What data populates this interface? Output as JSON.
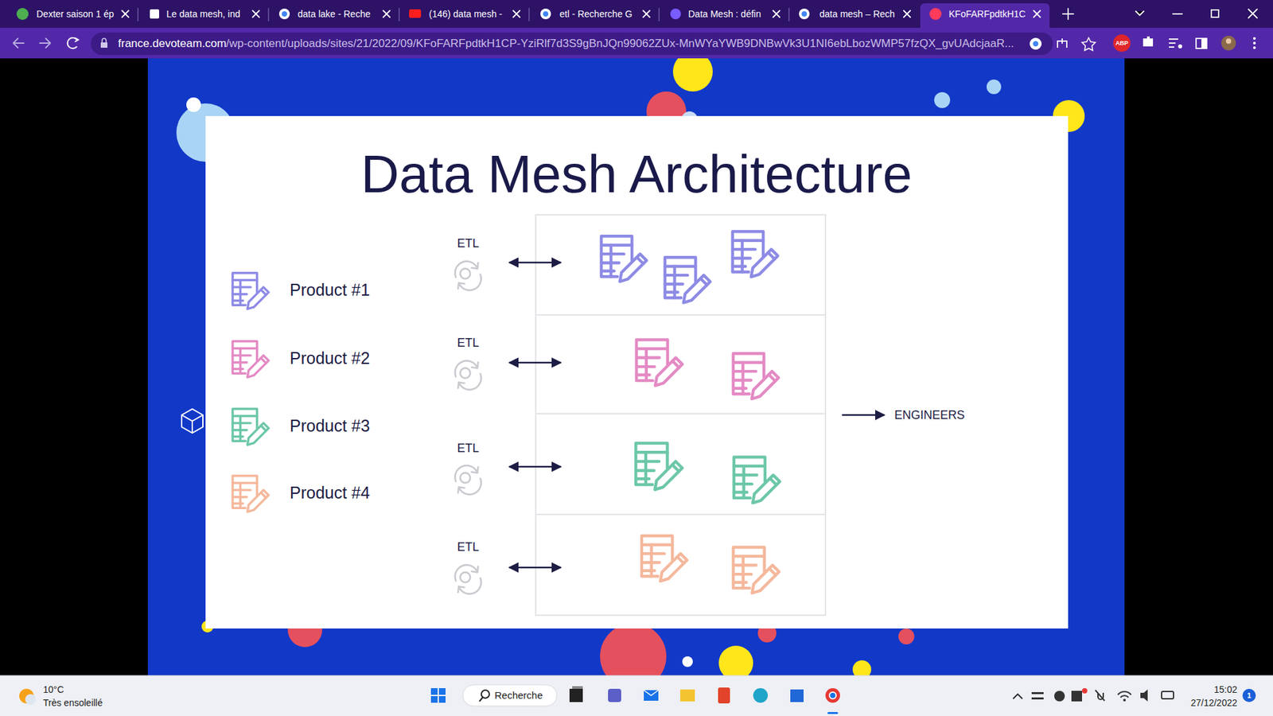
{
  "diagram": {
    "title": "Data Mesh Architecture",
    "labels": [
      "Dexter saison 1 ép",
      "Le data mesh, ind",
      "data lake - Reche",
      "(146) data mesh -",
      "etl - Recherche G",
      "Data Mesh : défin",
      "data mesh – Rech",
      "KFoFARFpdtkH1C",
      "ABP",
      "france.devoteam.com",
      "/wp-content/uploads/sites/21/2022/09/KFoFARFpdtkH1CP-YziRlf7d3S9gBnJQn99062ZUx-MnWYaYWB9DNBwVk3U1NI6ebLbozWMP57fzQX_gvUAdcjaaR...",
      "Product #1",
      "Product #2",
      "Product #3",
      "Product #4",
      "ETL",
      "ETL",
      "ETL",
      "ETL",
      "ENGINEERS",
      "10°C",
      "Très ensoleillé",
      "Recherche",
      "15:02",
      "27/12/2022",
      "1"
    ]
  }
}
